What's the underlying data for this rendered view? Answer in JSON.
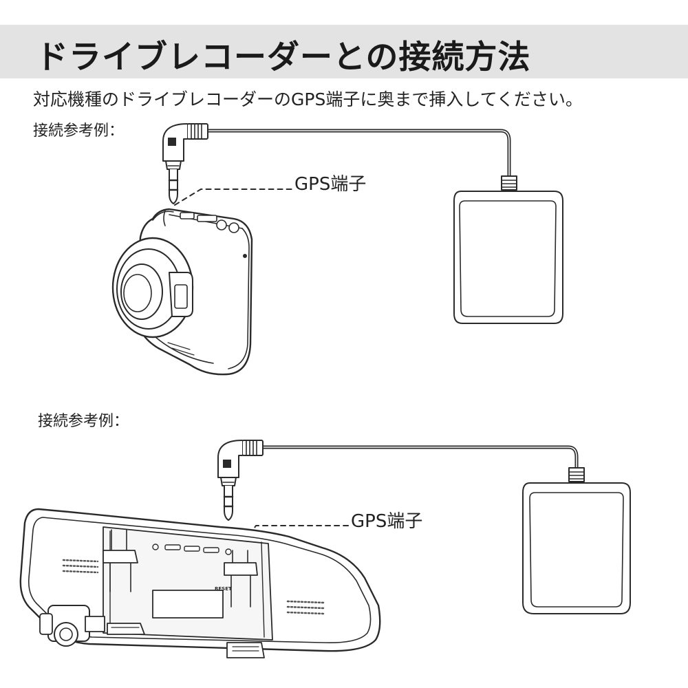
{
  "title": "ドライブレコーダーとの接続方法",
  "instruction": "対応機種のドライブレコーダーのGPS端子に奥まで挿入してください。",
  "examples": [
    {
      "label": "接続参考例：",
      "callout": "GPS端子"
    },
    {
      "label": "接続参考例：",
      "callout": "GPS端子"
    }
  ],
  "mirror_button_text": "RESET"
}
